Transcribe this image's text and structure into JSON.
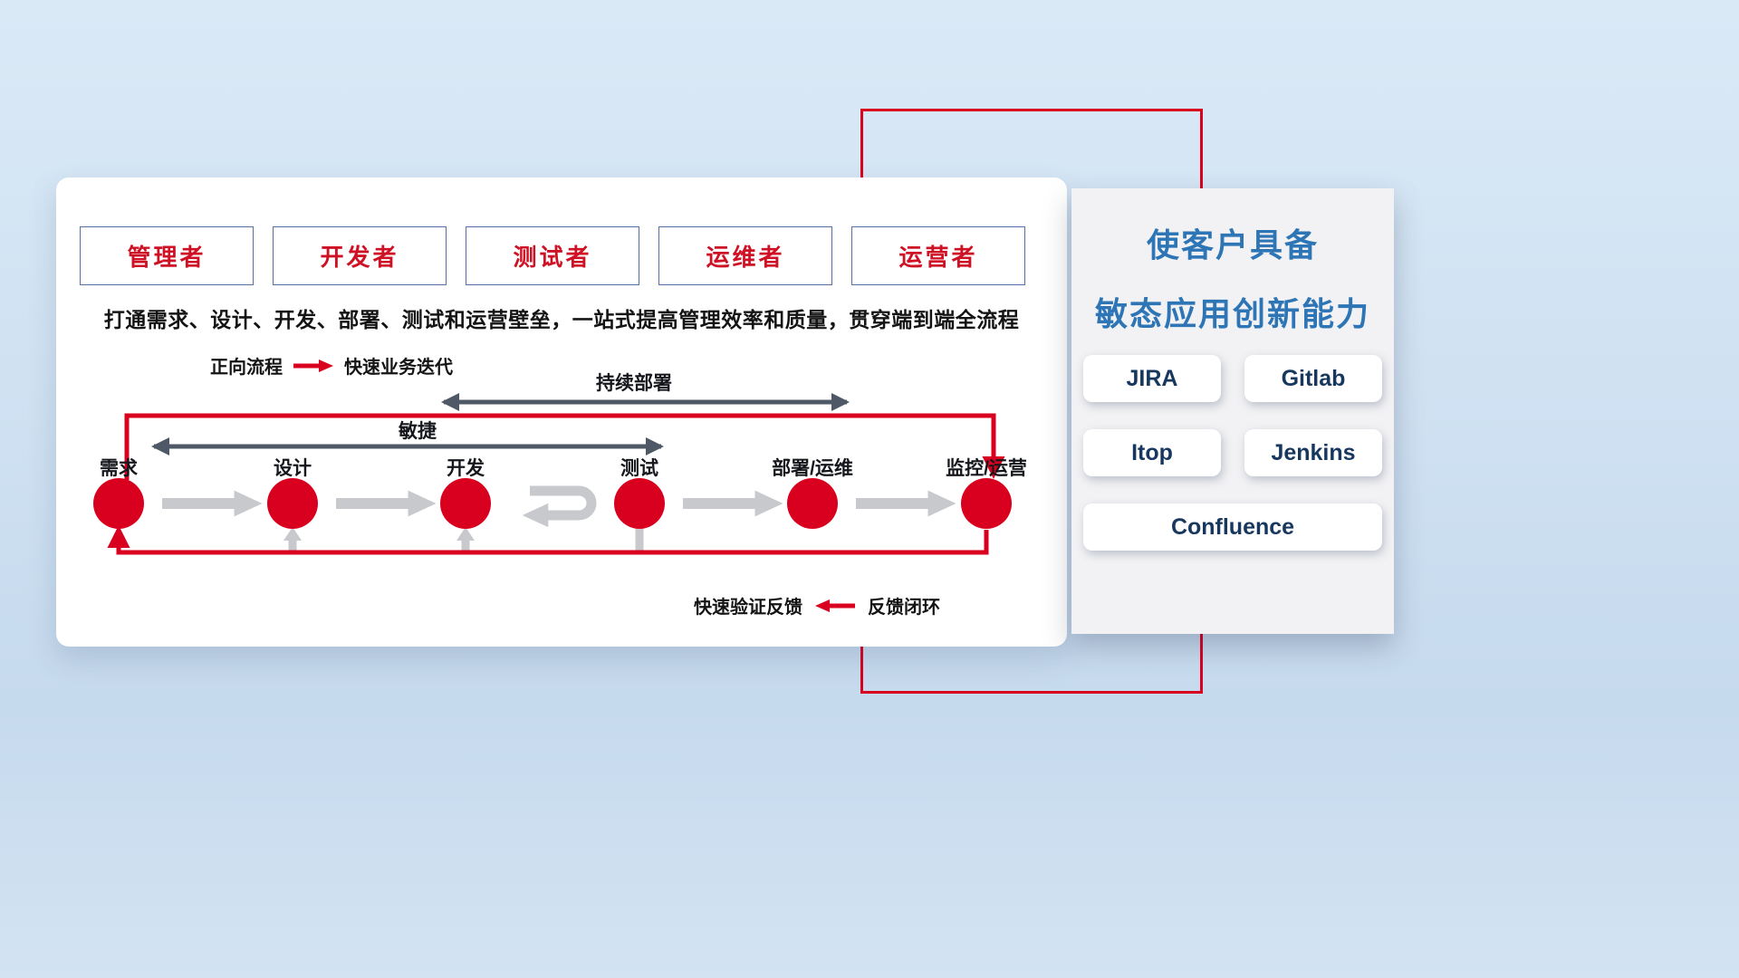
{
  "panel": {
    "roles": [
      "管理者",
      "开发者",
      "测试者",
      "运维者",
      "运营者"
    ],
    "description": "打通需求、设计、开发、部署、测试和运营壁垒，一站式提高管理效率和质量，贯穿端到端全流程",
    "forward_legend": {
      "label": "正向流程",
      "value": "快速业务迭代"
    },
    "feedback_legend": {
      "label": "快速验证反馈",
      "value": "反馈闭环"
    },
    "stages": [
      "需求",
      "设计",
      "开发",
      "测试",
      "部署/运维",
      "监控/运营"
    ],
    "span_arrows": {
      "agile": "敏捷",
      "continuous_deployment": "持续部署"
    }
  },
  "side_panel": {
    "title_line1": "使客户具备",
    "title_line2": "敏态应用创新能力",
    "tools": [
      "JIRA",
      "Gitlab",
      "Itop",
      "Jenkins",
      "Confluence"
    ]
  },
  "colors": {
    "primary_red": "#d9001f",
    "role_text_red": "#cf1125",
    "role_border_blue": "#5570a8",
    "title_blue": "#2e75b6",
    "tool_text_navy": "#17375e",
    "dark_arrow_gray": "#4e5866",
    "light_arrow_gray": "#c7c9cc"
  }
}
